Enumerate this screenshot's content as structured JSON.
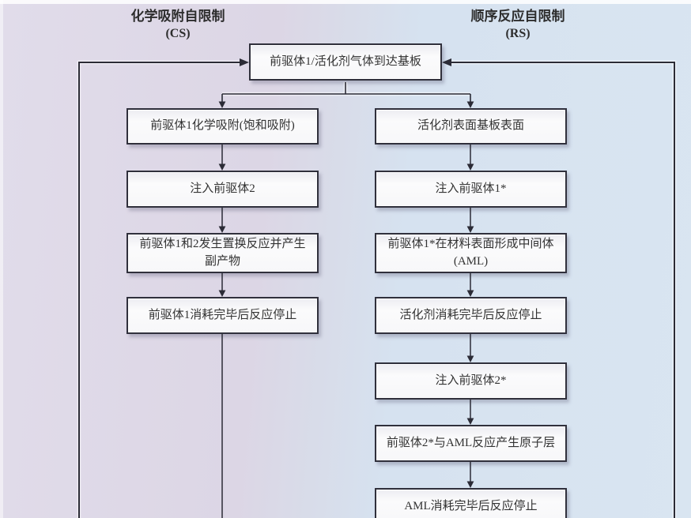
{
  "titles": {
    "cs": {
      "name": "化学吸附自限制",
      "abbr": "(CS)"
    },
    "rs": {
      "name": "顺序反应自限制",
      "abbr": "(RS)"
    }
  },
  "nodes": {
    "start": "前驱体1/活化剂气体到达基板",
    "cs_steps": [
      "前驱体1化学吸附(饱和吸附)",
      "注入前驱体2",
      "前驱体1和2发生置换反应并产生\n副产物",
      "前驱体1消耗完毕后反应停止"
    ],
    "rs_steps": [
      "活化剂表面基板表面",
      "注入前驱体1*",
      "前驱体1*在材料表面形成中间体\n(AML)",
      "活化剂消耗完毕后反应停止",
      "注入前驱体2*",
      "前驱体2*与AML反应产生原子层",
      "AML消耗完毕后反应停止"
    ]
  },
  "edges": [
    "start -> cs_steps (sequential, downward arrows)",
    "start -> rs_steps (sequential, downward arrows)",
    "cs loop returns to start (left feedback line)",
    "rs loop returns to start (right feedback line)"
  ],
  "colors": {
    "bg_left": "#dcd6e5",
    "bg_right": "#d9e5f1",
    "box_fill": "#fbfbfc",
    "box_border": "#30303c",
    "line": "#2b2b36",
    "text": "#333333"
  }
}
